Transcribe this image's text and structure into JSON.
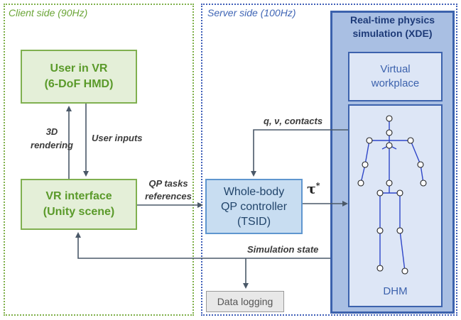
{
  "regions": {
    "client": "Client side (90Hz)",
    "server": "Server side (100Hz)"
  },
  "boxes": {
    "user_vr": {
      "line1": "User in VR",
      "line2": "(6-DoF HMD)"
    },
    "vr_interface": {
      "line1": "VR interface",
      "line2": "(Unity scene)"
    },
    "tsid": {
      "line1": "Whole-body",
      "line2": "QP controller",
      "line3": "(TSID)"
    },
    "xde": {
      "line1": "Real-time physics",
      "line2": "simulation (XDE)"
    },
    "workplace": {
      "line1": "Virtual",
      "line2": "workplace"
    },
    "dhm": "DHM",
    "logging": "Data logging"
  },
  "labels": {
    "render_line1": "3D",
    "render_line2": "rendering",
    "user_inputs": "User inputs",
    "qp_line1": "QP tasks",
    "qp_line2": "references",
    "state_feedback": "q, ν, contacts",
    "tau": "τ",
    "tau_sup": "*",
    "sim_state": "Simulation state"
  },
  "colors": {
    "client_green": "#7fb04a",
    "server_blue": "#3f5fb8",
    "xde_fill": "#a9bfe3",
    "tsid_fill": "#c8ddf1",
    "arrow": "#4a5868"
  }
}
